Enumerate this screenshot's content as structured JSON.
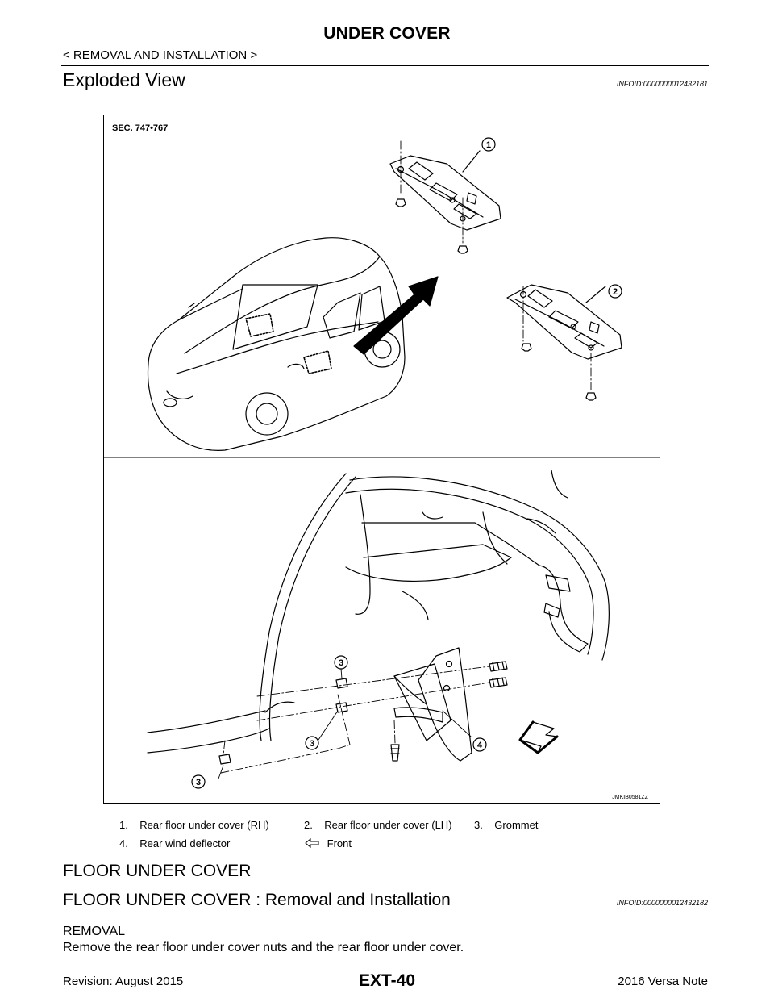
{
  "header": {
    "title": "UNDER COVER",
    "breadcrumb": "< REMOVAL AND INSTALLATION >"
  },
  "exploded_view": {
    "heading": "Exploded View",
    "infoid": "INFOID:0000000012432181"
  },
  "figure": {
    "section_code": "SEC. 747•767",
    "image_code": "JMKIB0581ZZ",
    "callouts": [
      "1",
      "2",
      "3",
      "3",
      "3",
      "4"
    ]
  },
  "legend": {
    "items": [
      {
        "num": "1.",
        "label": "Rear floor under cover (RH)"
      },
      {
        "num": "2.",
        "label": "Rear floor under cover (LH)"
      },
      {
        "num": "3.",
        "label": "Grommet"
      },
      {
        "num": "4.",
        "label": "Rear wind deflector"
      }
    ],
    "front_label": "Front"
  },
  "floor_under_cover": {
    "heading": "FLOOR UNDER COVER",
    "subheading": "FLOOR UNDER COVER : Removal and Installation",
    "infoid": "INFOID:0000000012432182",
    "removal_label": "REMOVAL",
    "removal_text": "Remove the rear floor under cover nuts and the rear floor under cover."
  },
  "footer": {
    "revision": "Revision: August 2015",
    "page_code": "EXT-40",
    "model": "2016 Versa Note"
  }
}
